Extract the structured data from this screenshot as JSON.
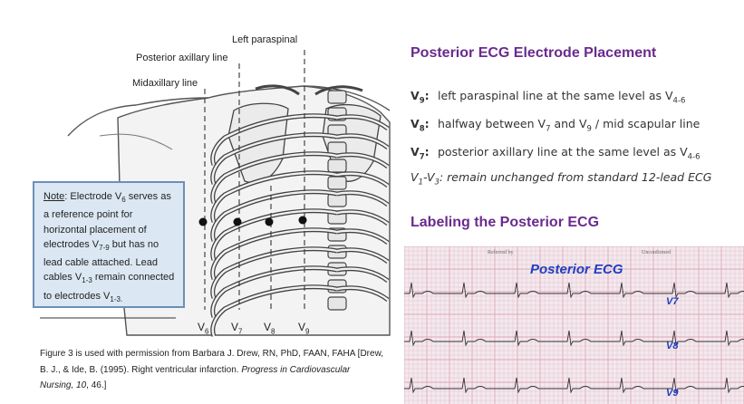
{
  "figure": {
    "labels": {
      "left_paraspinal": "Left paraspinal",
      "posterior_axillary": "Posterior axillary line",
      "midaxillary": "Midaxillary line"
    },
    "electrodes": {
      "v6_main": "V",
      "v6_sub": "6",
      "v7_main": "V",
      "v7_sub": "7",
      "v8_main": "V",
      "v8_sub": "8",
      "v9_main": "V",
      "v9_sub": "9"
    },
    "note": {
      "heading": "Note",
      "t1": ":  Electrode V",
      "s1": "6",
      "t2": " serves as a reference point for horizontal placement of electrodes V",
      "s2": "7-9",
      "t3": " but has no lead cable attached.  Lead cables V",
      "s3": "1-3",
      "t4": " remain connected to electrodes V",
      "s4": "1-3."
    },
    "caption": {
      "c1": "Figure 3 is used with permission from Barbara J. Drew, RN, PhD, FAAN, FAHA [Drew, B. J., & Ide, B. (1995). Right ventricular infarction. ",
      "journal": "Progress in Cardiovascular Nursing, 10",
      "c2": ", 46.]"
    }
  },
  "placement": {
    "title": "Posterior ECG Electrode Placement",
    "rows": [
      {
        "lead_main": "V",
        "lead_sub": "9",
        "lead_colon": ":",
        "t1": "left paraspinal line at the same level as V",
        "s1": "4-6",
        "t2": "",
        "s2": "",
        "t3": ""
      },
      {
        "lead_main": "V",
        "lead_sub": "8",
        "lead_colon": ":",
        "t1": "halfway between V",
        "s1": "7",
        "t2": " and V",
        "s2": "9",
        "t3": " / mid scapular line"
      },
      {
        "lead_main": "V",
        "lead_sub": "7",
        "lead_colon": ":",
        "t1": "posterior axillary line at the same level as V",
        "s1": "4-6",
        "t2": "",
        "s2": "",
        "t3": ""
      }
    ],
    "unchanged": {
      "a": "V",
      "a_sub": "1",
      "dash": "-V",
      "b_sub": "3",
      "rest": ":  remain unchanged from standard 12-lead ECG"
    }
  },
  "labeling": {
    "title": "Labeling the Posterior ECG",
    "ecg_title": "Posterior ECG",
    "leads": [
      "V7",
      "V8",
      "V9"
    ],
    "header_left": "Referred by",
    "header_right": "Unconfirmed",
    "colors": {
      "grid": "#e4a7b3",
      "trace": "#333333",
      "label": "#1f3fbf",
      "title": "#6a2a8e"
    }
  }
}
